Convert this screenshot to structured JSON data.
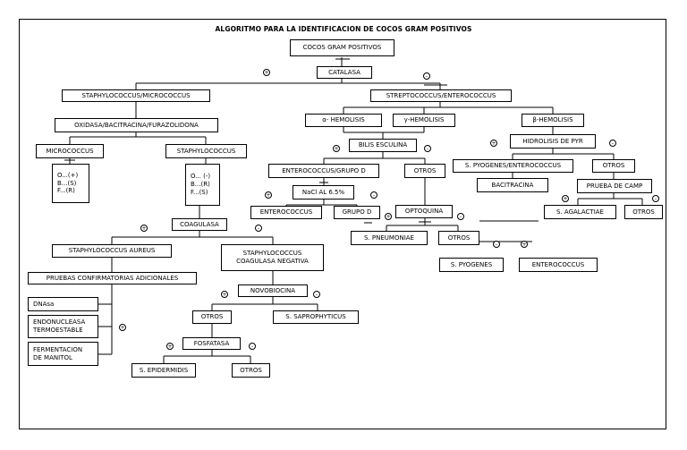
{
  "title": "ALGORITMO PARA LA IDENTIFICACION DE COCOS GRAM POSITIVOS",
  "signs": {
    "pos": "+",
    "neg": "-"
  },
  "nodes": {
    "cocos": "COCOS GRAM POSITIVOS",
    "catalasa": "CATALASA",
    "staph_micro": "STAPHYLOCOCCUS/MICROCOCCUS",
    "strep_entero": "STREPTOCOCCUS/ENTEROCOCCUS",
    "oxidasa": "OXIDASA/BACITRACINA/FURAZOLIDONA",
    "micrococcus": "MICROCOCCUS",
    "staphylococcus": "STAPHYLOCOCCUS",
    "micro_results": "O...(+)\nB...(S)\nF...(R)",
    "staph_results": "O... (-)\nB...(R)\nF...(S)",
    "coagulasa": "COAGULASA",
    "staph_aureus": "STAPHYLOCOCCUS AUREUS",
    "staph_coag_neg": "STAPHYLOCOCCUS\nCOAGULASA NEGATIVA",
    "pruebas": "PRUEBAS CONFIRMATORIAS ADICIONALES",
    "dnasa": "DNAsa",
    "endonucleasa": "ENDONUCLEASA\nTERMOESTABLE",
    "fermentacion": "FERMENTACION\nDE MANITOL",
    "novobiocina": "NOVOBIOCINA",
    "otros_novo": "OTROS",
    "s_saprophyticus": "S. SAPROPHYTICUS",
    "fosfatasa": "FOSFATASA",
    "s_epidermidis": "S. EPIDERMIDIS",
    "otros_fosf": "OTROS",
    "alpha_hemolisis": "α- HEMOLISIS",
    "gamma_hemolisis": "γ-HEMOLISIS",
    "beta_hemolisis": "β-HEMOLISIS",
    "bilis": "BILIS ESCULINA",
    "entero_grupo_d": "ENTEROCOCCUS/GRUPO D",
    "otros_bilis": "OTROS",
    "nacl": "NaCl AL 6.5%",
    "enterococcus_nacl": "ENTEROCOCCUS",
    "grupo_d": "GRUPO D",
    "optoquina": "OPTOQUINA",
    "s_pneumoniae": "S. PNEUMONIAE",
    "otros_opto": "OTROS",
    "hidrolisis": "HIDROLISIS DE PYR",
    "s_pyo_entero": "S. PYOGENES/ENTEROCOCCUS",
    "otros_pyr": "OTROS",
    "bacitracina": "BACITRACINA",
    "prueba_camp": "PRUEBA DE CAMP",
    "s_agalactiae": "S. AGALACTIAE",
    "otros_camp": "OTROS",
    "s_pyogenes": "S. PYOGENES",
    "enterococcus_final": "ENTEROCOCCUS"
  }
}
